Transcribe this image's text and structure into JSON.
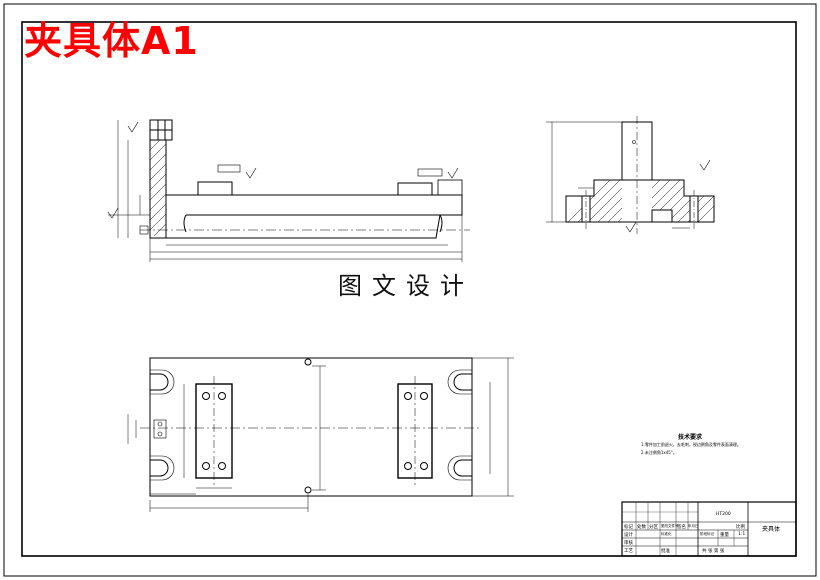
{
  "drawing_title": "夹具体A1",
  "watermark": "图文设计",
  "tech_requirements": {
    "heading": "技术要求",
    "items": [
      "1.零件加工前退火，去毛刺，锐边倒角及零件表面清理。",
      "2.未注倒角1x45°。"
    ]
  },
  "title_block": {
    "part_name": "夹具体",
    "material_code": "HT200",
    "scale": "1:1",
    "labels": [
      "标记",
      "处数",
      "分区",
      "更改文件号",
      "签名",
      "年月日",
      "设计",
      "标准化",
      "审核",
      "工艺",
      "批准",
      "阶段标记",
      "重量",
      "比例",
      "共 张 第 张"
    ]
  }
}
